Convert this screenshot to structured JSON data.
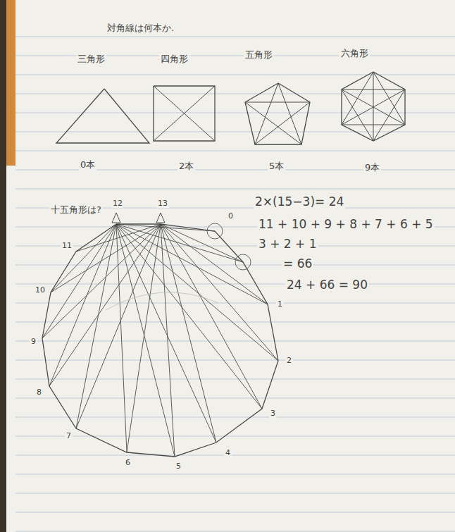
{
  "diagram": {
    "title": "対角線は何本か.",
    "nodes": [
      {
        "text": [
          "三角形",
          "0本"
        ]
      },
      {
        "text": [
          "四角形",
          "2本"
        ]
      },
      {
        "text": [
          "五角形",
          "5本"
        ]
      },
      {
        "text": [
          "六角形",
          "9本"
        ]
      }
    ],
    "labels": [
      "十五角形は?",
      "12",
      "13",
      "0",
      "1",
      "2",
      "3",
      "4",
      "5",
      "6",
      "7",
      "8",
      "9",
      "10",
      "11",
      "2×(15−3)= 24",
      "11 + 10 + 9 + 8 + 7 + 6 + 5",
      "3 + 2 + 1",
      "= 66",
      "24 + 66 = 90"
    ]
  }
}
